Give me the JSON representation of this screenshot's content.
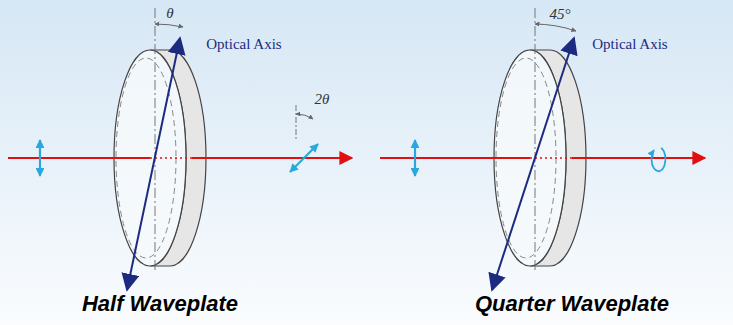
{
  "diagram": {
    "labels": [
      "θ",
      "Optical Axis",
      "2θ",
      "Half Waveplate",
      "45°",
      "Optical Axis",
      "Quarter Waveplate"
    ]
  }
}
